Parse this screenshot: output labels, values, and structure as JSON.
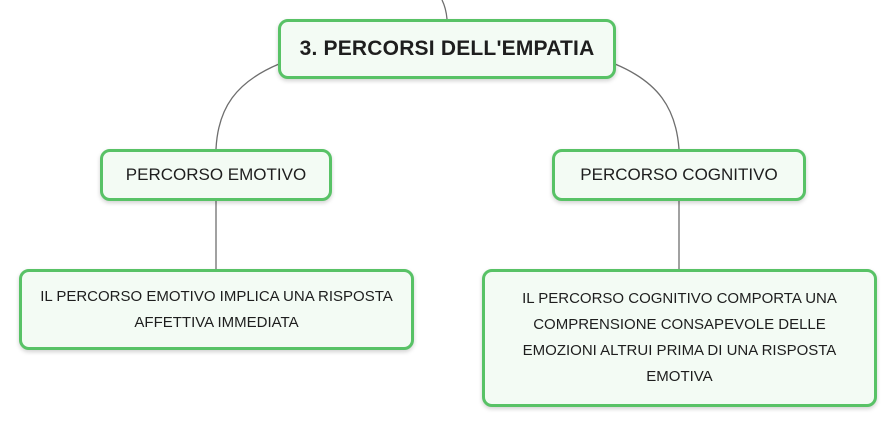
{
  "map": {
    "root": {
      "title": "3. PERCORSI DELL'EMPATIA"
    },
    "branches": [
      {
        "label": "PERCORSO EMOTIVO",
        "detail": "IL PERCORSO EMOTIVO IMPLICA UNA RISPOSTA AFFETTIVA IMMEDIATA"
      },
      {
        "label": "PERCORSO COGNITIVO",
        "detail": "IL PERCORSO COGNITIVO COMPORTA UNA COMPRENSIONE CONSAPEVOLE DELLE EMOZIONI ALTRUI PRIMA DI UNA RISPOSTA EMOTIVA"
      }
    ]
  },
  "colors": {
    "node_border": "#58c266",
    "node_fill": "#f3fbf4",
    "connector": "#6e6e6e"
  }
}
